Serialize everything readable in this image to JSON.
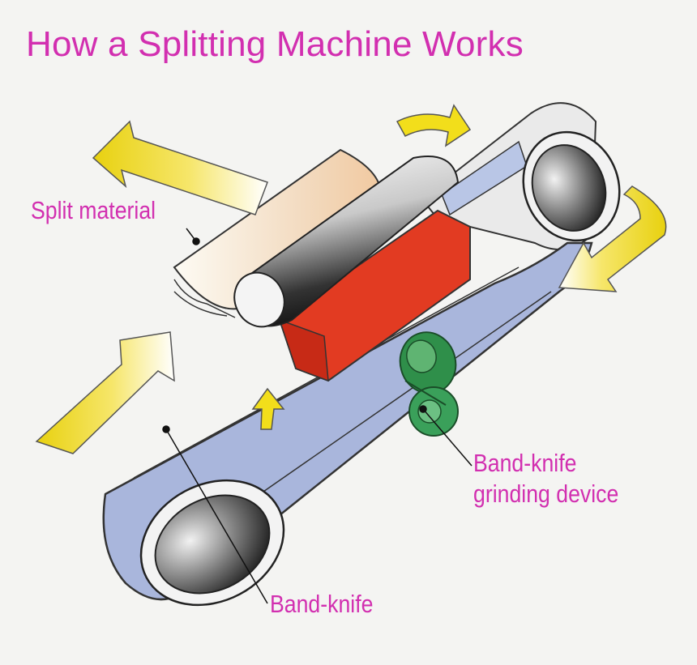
{
  "title": "How a Splitting Machine Works",
  "labels": {
    "split_material": "Split material",
    "grinding_line1": "Band-knife",
    "grinding_line2": "grinding device",
    "band_knife": "Band-knife"
  },
  "colors": {
    "title_text": "#d22fb0",
    "label_text": "#d22fb0",
    "arrow_yellow": "#f2de1b",
    "roller_red": "#e23b22",
    "grinder_green": "#2f8f4a",
    "band_blue": "#9fb0d8",
    "background": "#f4f4f2"
  }
}
